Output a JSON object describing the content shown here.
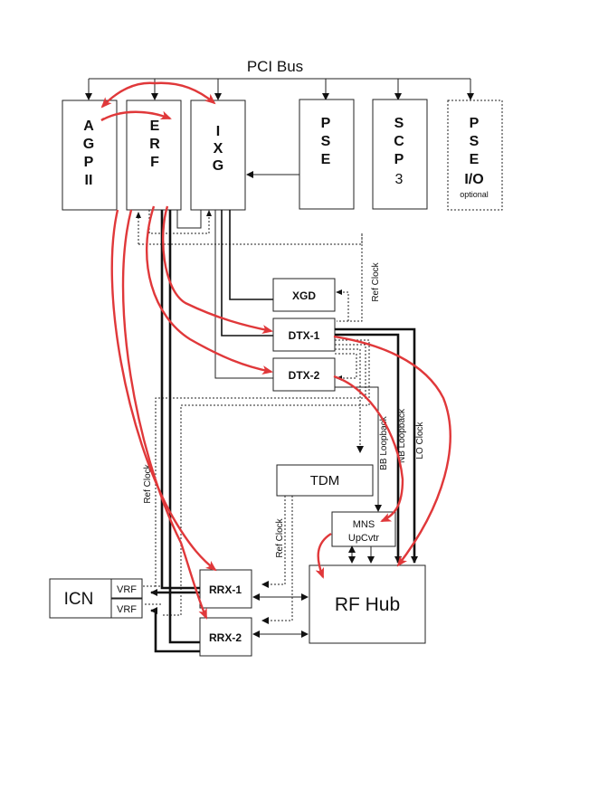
{
  "diagram": {
    "bus_label": "PCI Bus",
    "cards": [
      {
        "id": "agp",
        "lines": [
          "A",
          "G",
          "P",
          "II"
        ]
      },
      {
        "id": "erf",
        "lines": [
          "E",
          "R",
          "F"
        ]
      },
      {
        "id": "ixg",
        "lines": [
          "I",
          "X",
          "G"
        ]
      },
      {
        "id": "pse",
        "lines": [
          "P",
          "S",
          "E"
        ]
      },
      {
        "id": "scp",
        "lines": [
          "S",
          "C",
          "P",
          "3"
        ]
      },
      {
        "id": "pseio",
        "lines": [
          "P",
          "S",
          "E",
          "I/O"
        ],
        "note": "optional"
      }
    ],
    "blocks": {
      "xgd": "XGD",
      "dtx1": "DTX-1",
      "dtx2": "DTX-2",
      "tdm": "TDM",
      "mns_line1": "MNS",
      "mns_line2": "UpCvtr",
      "rfhub": "RF Hub",
      "rrx1": "RRX-1",
      "rrx2": "RRX-2",
      "icn": "ICN",
      "vrf1": "VRF",
      "vrf2": "VRF"
    },
    "signal_labels": {
      "ref_clock_top": "Ref Clock",
      "ref_clock_left": "Ref Clock",
      "ref_clock_tdm": "Ref Clock",
      "bb_loopback": "BB Loopback",
      "nb_loopback": "NB Loopback",
      "lo_clock": "LO Clock"
    },
    "colors": {
      "line": "#111111",
      "flow_arrow": "#e0383a",
      "background": "#ffffff"
    }
  }
}
